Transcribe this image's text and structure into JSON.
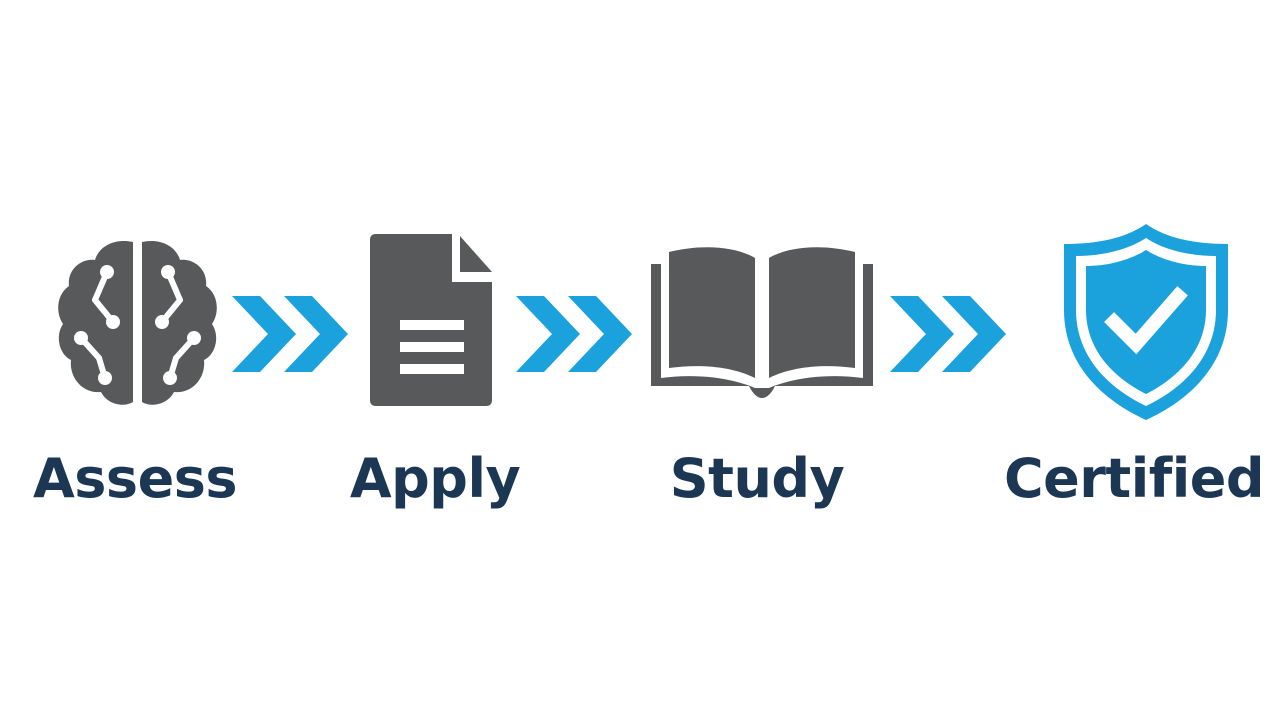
{
  "diagram": {
    "colors": {
      "icon_gray": "#58595b",
      "accent_blue": "#1ba1dc",
      "label_navy": "#1c3754",
      "background": "#ffffff"
    },
    "steps": [
      {
        "label": "Assess",
        "icon": "brain-icon"
      },
      {
        "label": "Apply",
        "icon": "document-icon"
      },
      {
        "label": "Study",
        "icon": "open-book-icon"
      },
      {
        "label": "Certified",
        "icon": "shield-check-icon"
      }
    ],
    "connectors": [
      {
        "icon": "double-chevron-right-icon"
      },
      {
        "icon": "double-chevron-right-icon"
      },
      {
        "icon": "double-chevron-right-icon"
      }
    ]
  }
}
